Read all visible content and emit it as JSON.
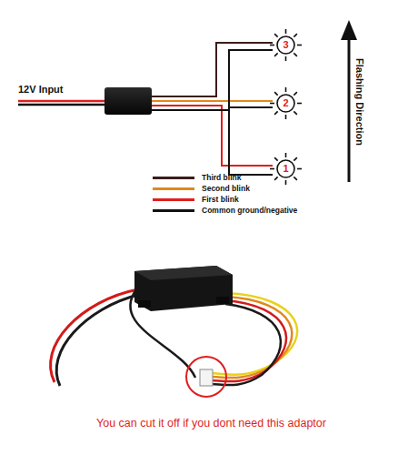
{
  "diagram": {
    "nodes": [
      {
        "text": [
          "3"
        ]
      },
      {
        "text": [
          "2"
        ]
      },
      {
        "text": [
          "1"
        ]
      }
    ],
    "labels": [
      "12V Input",
      "Flashing Direction",
      "You can cut it off if you dont need this adaptor"
    ],
    "legend": [
      {
        "text": "Third blink",
        "color": "#3b1d1a"
      },
      {
        "text": "Second blink",
        "color": "#e0891c"
      },
      {
        "text": "First blink",
        "color": "#e01e1e"
      },
      {
        "text": "Common ground/negative",
        "color": "#111111"
      }
    ]
  }
}
